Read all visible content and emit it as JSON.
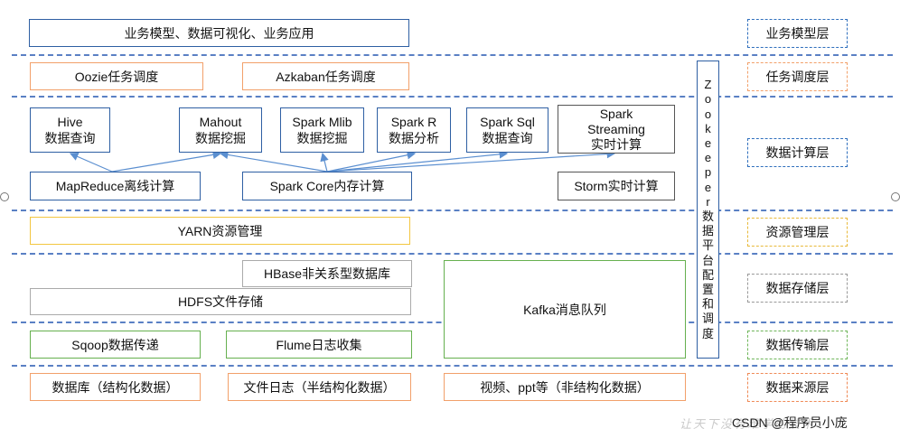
{
  "rows": {
    "top": {
      "label": "业务模型、数据可视化、业务应用"
    },
    "scheduling": {
      "oozie": "Oozie任务调度",
      "azkaban": "Azkaban任务调度"
    },
    "compute": {
      "hive": "Hive\n数据查询",
      "mahout": "Mahout\n数据挖掘",
      "spark_mlib": "Spark Mlib\n数据挖掘",
      "spark_r": "Spark R\n数据分析",
      "spark_sql": "Spark Sql\n数据查询",
      "spark_streaming": "Spark\nStreaming\n实时计算",
      "mapreduce": "MapReduce离线计算",
      "spark_core": "Spark Core内存计算",
      "storm": "Storm实时计算"
    },
    "resource": {
      "yarn": "YARN资源管理"
    },
    "storage": {
      "hbase": "HBase非关系型数据库",
      "hdfs": "HDFS文件存储",
      "kafka": "Kafka消息队列"
    },
    "transport": {
      "sqoop": "Sqoop数据传递",
      "flume": "Flume日志收集"
    },
    "source": {
      "database": "数据库（结构化数据）",
      "file_log": "文件日志（半结构化数据）",
      "video": "视频、ppt等（非结构化数据）"
    }
  },
  "zookeeper_label": [
    "Z",
    "o",
    "o",
    "k",
    "e",
    "e",
    "p",
    "e",
    "r",
    "数",
    "据",
    "平",
    "台",
    "配",
    "置",
    "和",
    "调",
    "度"
  ],
  "layers": {
    "business": "业务模型层",
    "scheduling": "任务调度层",
    "compute": "数据计算层",
    "resource": "资源管理层",
    "storage": "数据存储层",
    "transport": "数据传输层",
    "source": "数据来源层"
  },
  "watermark": "CSDN @程序员小庞",
  "watermark_faint": "让天下没有难学的技术"
}
